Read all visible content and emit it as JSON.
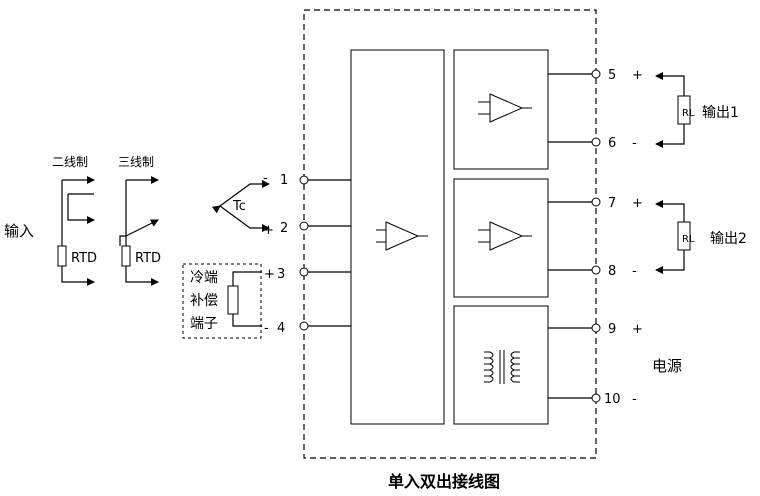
{
  "input": {
    "label": "输入",
    "two_wire": "二线制",
    "three_wire": "三线制",
    "rtd": "RTD",
    "tc": "Tc",
    "cold_junction": [
      "冷端",
      "补偿",
      "端子"
    ]
  },
  "input_terminals": [
    {
      "pin": "1",
      "sign": "-"
    },
    {
      "pin": "2",
      "sign": "+"
    },
    {
      "pin": "3",
      "sign": "+"
    },
    {
      "pin": "4",
      "sign": "-"
    }
  ],
  "output_terminals": [
    {
      "pin": "5",
      "sign": "+"
    },
    {
      "pin": "6",
      "sign": "-"
    },
    {
      "pin": "7",
      "sign": "+"
    },
    {
      "pin": "8",
      "sign": "-"
    },
    {
      "pin": "9",
      "sign": "+"
    },
    {
      "pin": "10",
      "sign": "-"
    }
  ],
  "loads": {
    "rl": "RL",
    "output1": "输出1",
    "output2": "输出2"
  },
  "power_label": "电源",
  "caption": "单入双出接线图"
}
